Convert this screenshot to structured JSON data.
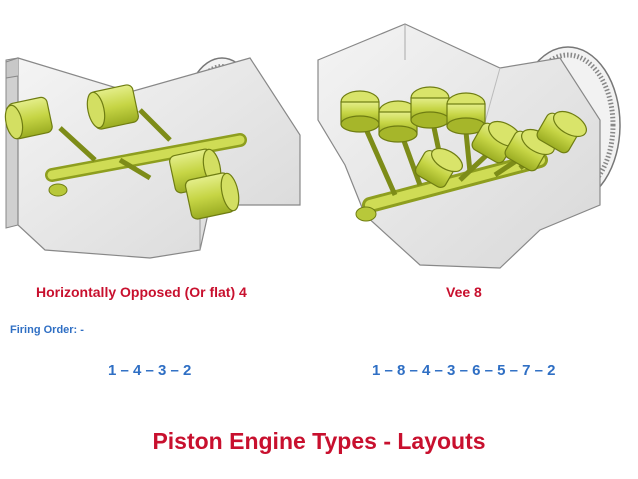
{
  "diagram": {
    "engines": [
      {
        "name": "Horizontally Opposed (Or flat) 4",
        "firing_order": "1 – 4 – 3 – 2"
      },
      {
        "name": "Vee 8",
        "firing_order": "1 – 8 – 4 – 3 – 6 – 5 – 7 – 2"
      }
    ],
    "firing_order_label": "Firing Order: -",
    "title": "Piston Engine Types - Layouts"
  },
  "colors": {
    "label_red": "#c8102e",
    "label_blue": "#2f6fc4",
    "piston_green": "#c9d84a",
    "block_gray": "#e6e6e6"
  }
}
